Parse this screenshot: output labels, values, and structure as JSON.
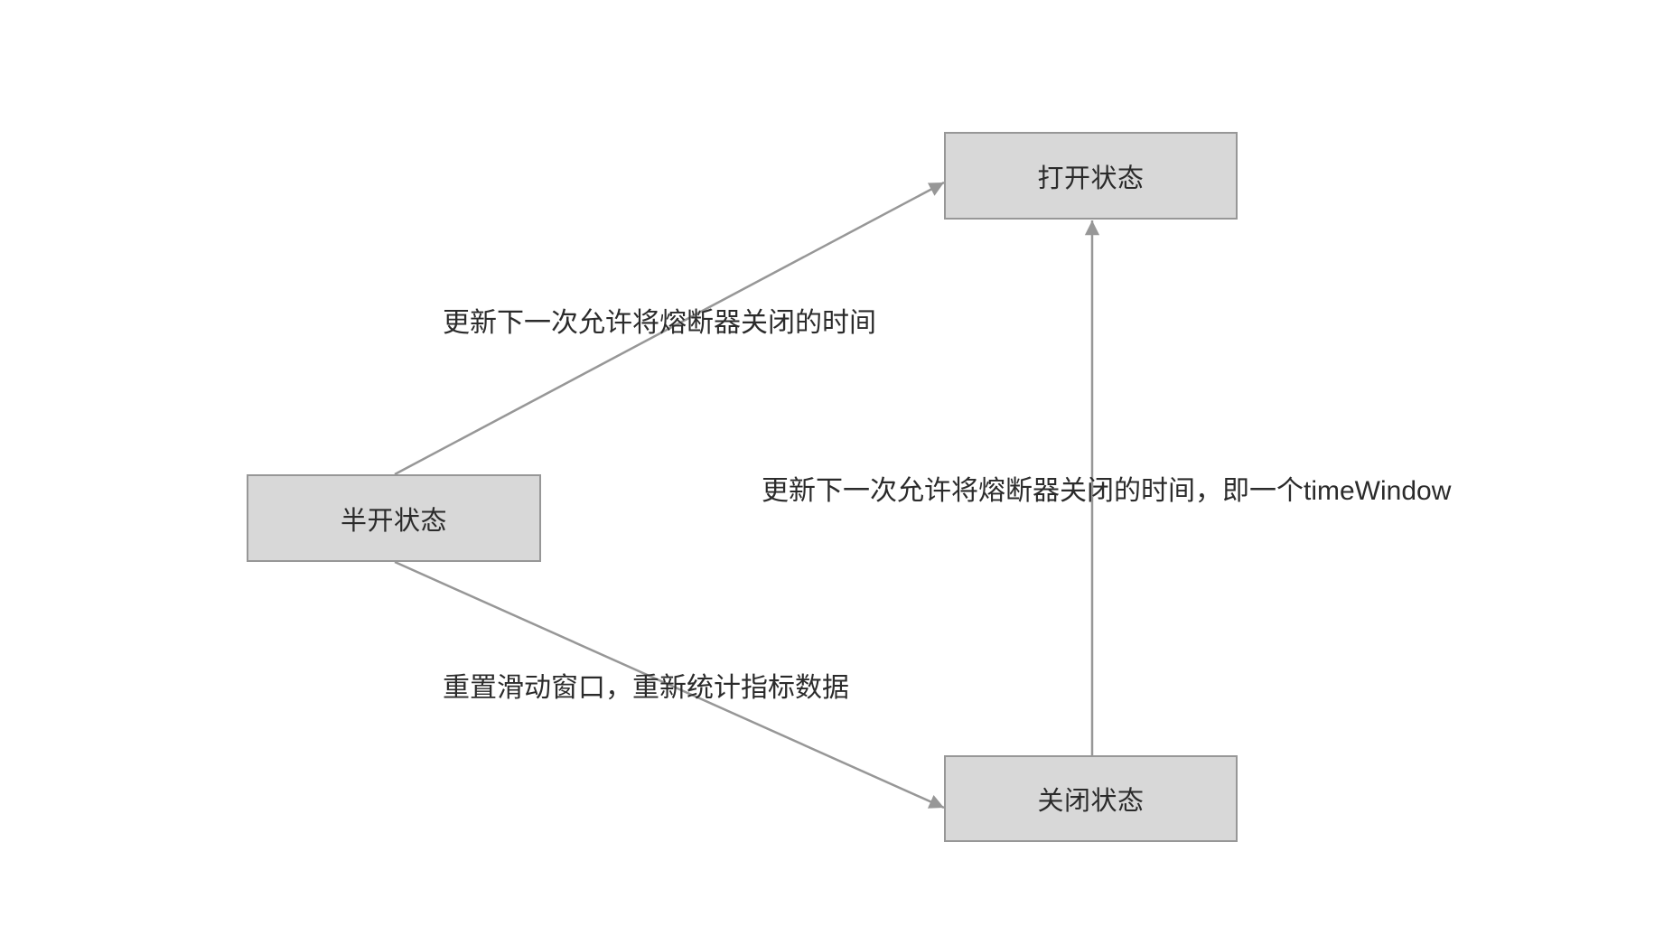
{
  "diagram": {
    "title": "circuit-breaker-state-diagram",
    "nodes": {
      "open": {
        "label": "打开状态"
      },
      "half_open": {
        "label": "半开状态"
      },
      "closed": {
        "label": "关闭状态"
      }
    },
    "edges": {
      "half_open_to_open": {
        "label": "更新下一次允许将熔断器关闭的时间"
      },
      "closed_to_open": {
        "label": "更新下一次允许将熔断器关闭的时间，即一个timeWindow"
      },
      "half_open_to_closed": {
        "label": "重置滑动窗口，重新统计指标数据"
      }
    },
    "colors": {
      "node_fill": "#d8d8d8",
      "node_border": "#979797",
      "edge_color": "#979797",
      "text_color": "#2b2b2b",
      "background": "#ffffff"
    }
  }
}
